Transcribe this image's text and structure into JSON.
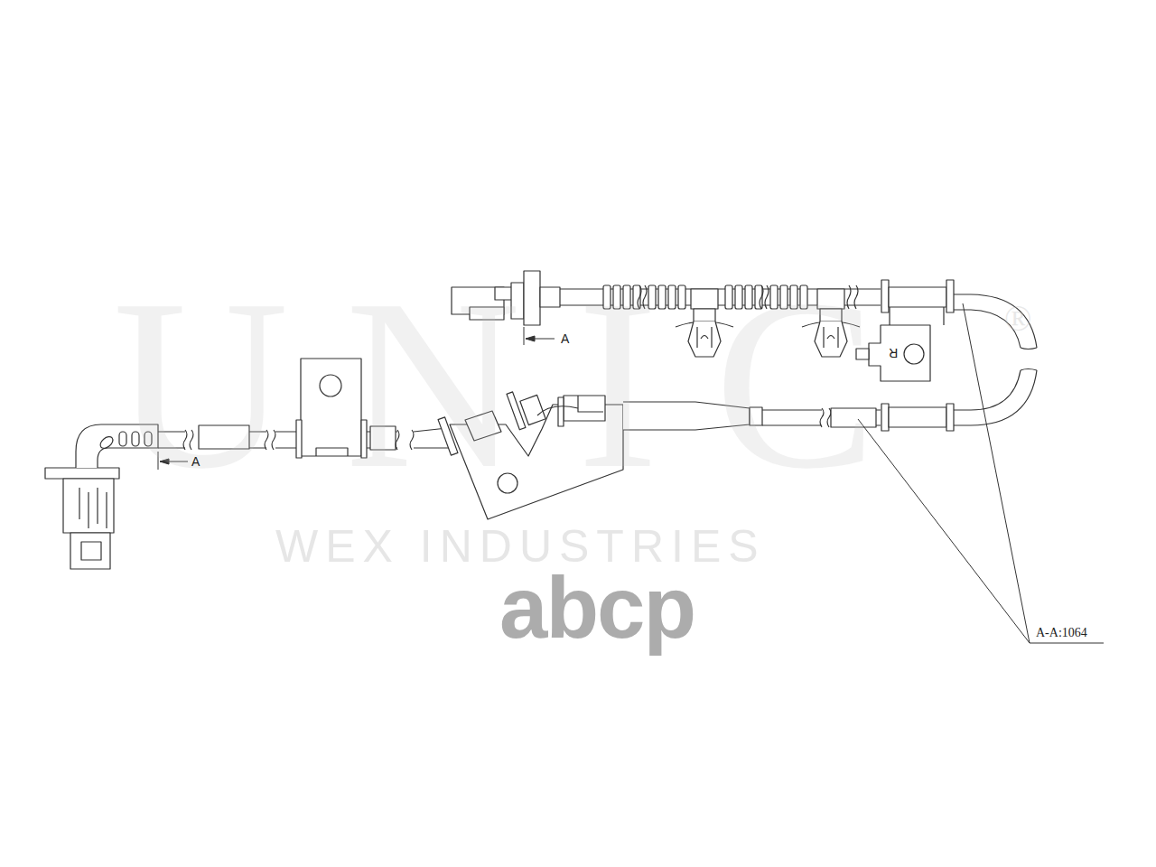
{
  "diagram": {
    "labels": [
      "UNIC",
      "®",
      "WEX INDUSTRIES",
      "abcp",
      "A",
      "A",
      "R",
      "A-A:1064"
    ]
  }
}
